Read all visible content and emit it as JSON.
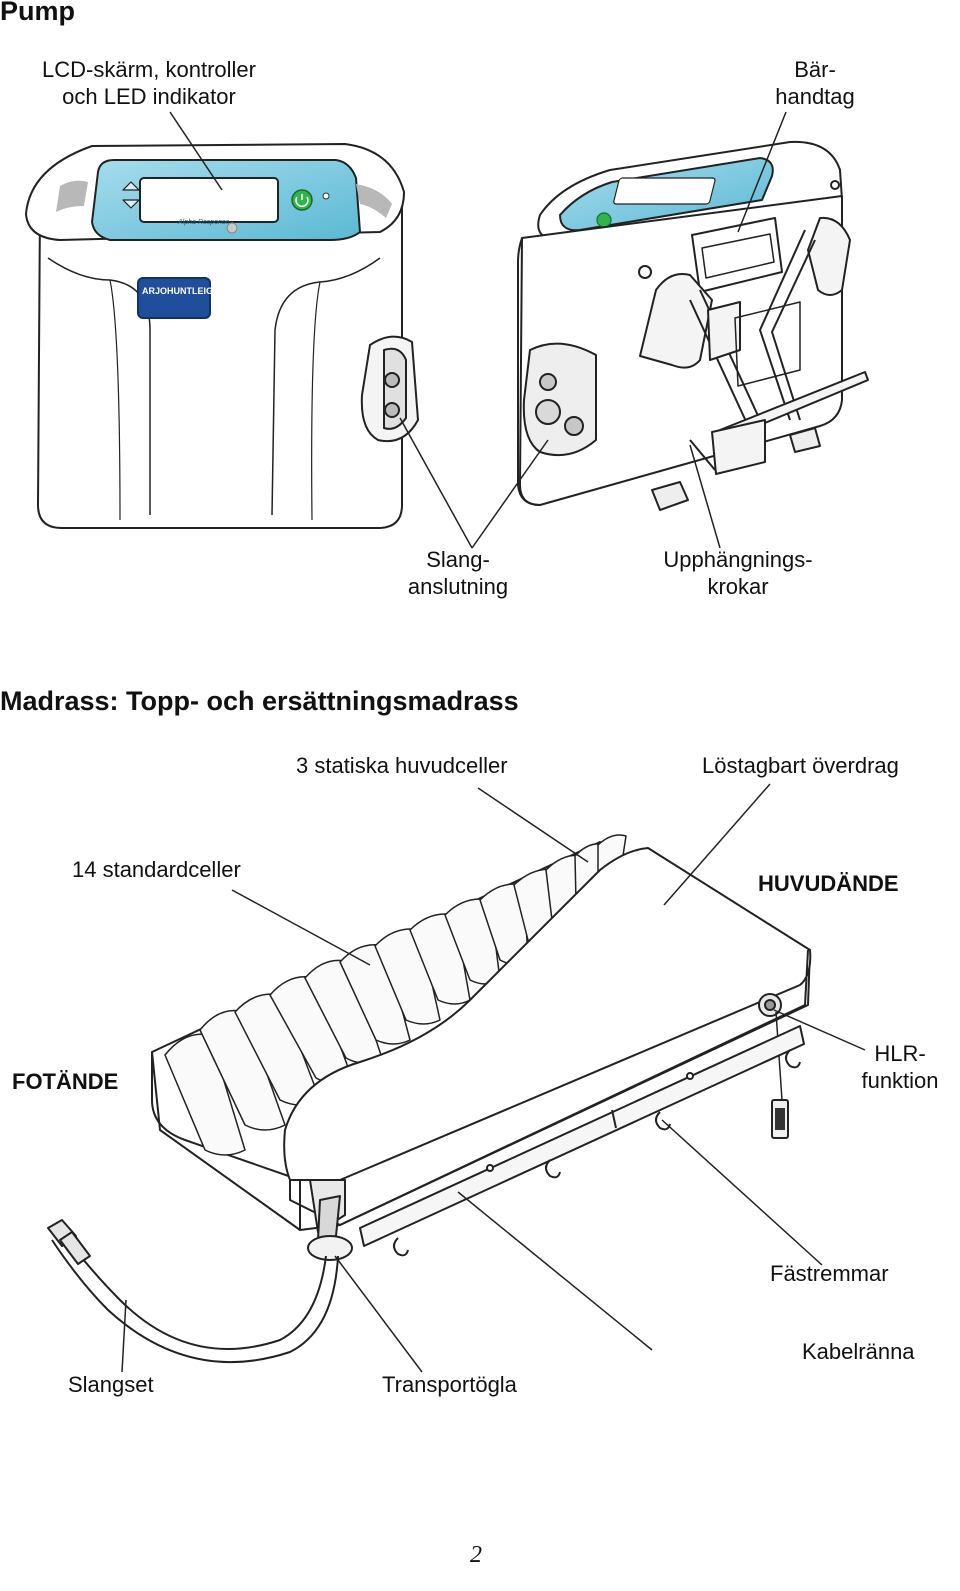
{
  "pump": {
    "heading": "Pump",
    "labels": {
      "lcd_line1": "LCD-skärm, kontroller",
      "lcd_line2": "och LED indikator",
      "handle_line1": "Bär-",
      "handle_line2": "handtag",
      "hose_line1": "Slang-",
      "hose_line2": "anslutning",
      "hooks_line1": "Upphängnings-",
      "hooks_line2": "krokar"
    },
    "device": {
      "brand": "ARJOHUNTLEIGH",
      "model": "Alpha Response"
    },
    "colors": {
      "panel": "#8fd3e6",
      "panel_dark": "#5bb9d4",
      "logo_plate": "#1f4f9a",
      "power_button": "#2fb54a"
    }
  },
  "mattress": {
    "heading": "Madrass:  Topp- och ersättningsmadrass",
    "labels": {
      "static_cells": "3 statiska huvudceller",
      "cover": "Löstagbart överdrag",
      "standard_cells": "14 standardceller",
      "head_end": "HUVUDÄNDE",
      "foot_end": "FOTÄNDE",
      "cpr_line1": "HLR-",
      "cpr_line2": "funktion",
      "straps": "Fästremmar",
      "cable_channel": "Kabelränna",
      "tube_set": "Slangset",
      "transport_cap": "Transportögla"
    }
  },
  "page_number": "2"
}
